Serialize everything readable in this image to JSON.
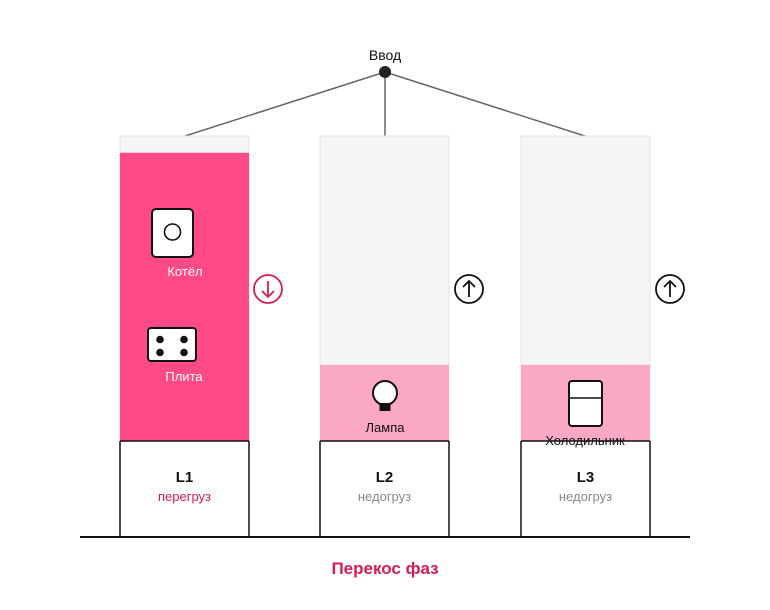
{
  "input": {
    "label": "Ввод"
  },
  "phases": [
    {
      "id": "L1",
      "label": "L1",
      "status": "перегруз",
      "status_color": "#d81b52",
      "fill_color": "#ff4a86",
      "fill_level": 0.945,
      "direction": "down",
      "appliances": [
        "Котёл",
        "Плита"
      ]
    },
    {
      "id": "L2",
      "label": "L2",
      "status": "недогруз",
      "status_color": "#888888",
      "fill_color": "#fba8c6",
      "fill_level": 0.25,
      "direction": "up",
      "appliances": [
        "Лампа"
      ]
    },
    {
      "id": "L3",
      "label": "L3",
      "status": "недогруз",
      "status_color": "#888888",
      "fill_color": "#fba8c6",
      "fill_level": 0.25,
      "direction": "up",
      "appliances": [
        "Холодильник"
      ]
    }
  ],
  "appliance_icons": [
    "boiler-icon",
    "stove-icon",
    "lamp-icon",
    "fridge-icon"
  ],
  "colors": {
    "overload": "#ff4a86",
    "underload": "#fba8c6",
    "bar_empty": "#f5f5f5",
    "accent": "#d81b52"
  },
  "footer": {
    "title": "Перекос фаз"
  }
}
